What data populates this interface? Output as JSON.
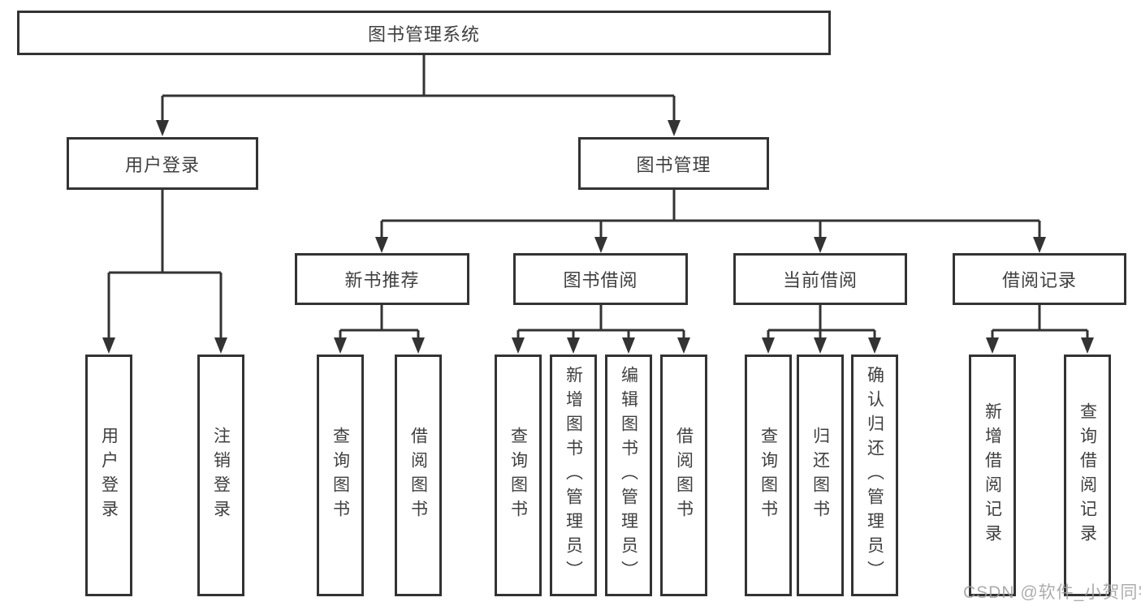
{
  "tree": {
    "root": {
      "label": "图书管理系统",
      "children": [
        {
          "label": "用户登录",
          "children": [
            {
              "label": "用户登录"
            },
            {
              "label": "注销登录"
            }
          ]
        },
        {
          "label": "图书管理",
          "children": [
            {
              "label": "新书推荐",
              "children": [
                {
                  "label": "查询图书"
                },
                {
                  "label": "借阅图书"
                }
              ]
            },
            {
              "label": "图书借阅",
              "children": [
                {
                  "label": "查询图书"
                },
                {
                  "label": "新增图书（管理员）"
                },
                {
                  "label": "编辑图书（管理员）"
                },
                {
                  "label": "借阅图书"
                }
              ]
            },
            {
              "label": "当前借阅",
              "children": [
                {
                  "label": "查询图书"
                },
                {
                  "label": "归还图书"
                },
                {
                  "label": "确认归还（管理员）"
                }
              ]
            },
            {
              "label": "借阅记录",
              "children": [
                {
                  "label": "新增借阅记录"
                },
                {
                  "label": "查询借阅记录"
                }
              ]
            }
          ]
        }
      ]
    }
  },
  "watermark": {
    "text": "CSDN @软件_小贺同学",
    "color": "#9e9e9e"
  },
  "colors": {
    "background": "#ffffff",
    "line": "#333333",
    "box_border": "#333333",
    "box_fill": "#ffffff",
    "text": "#3f3f3f"
  }
}
